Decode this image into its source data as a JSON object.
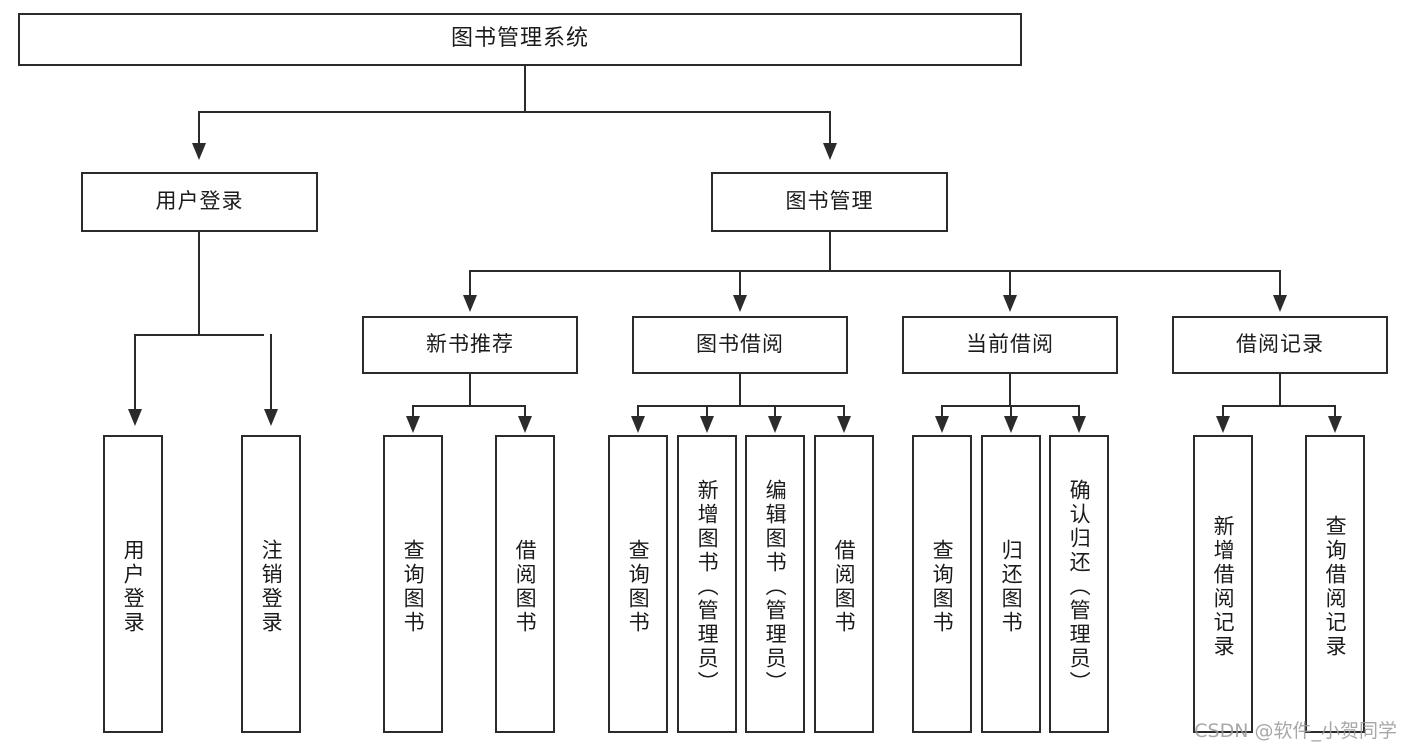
{
  "diagram": {
    "type": "tree",
    "title": "图书管理系统",
    "watermark": "CSDN @软件_小贺同学",
    "colors": {
      "box_border": "#2b2b2b",
      "box_fill": "#ffffff",
      "connector": "#2b2b2b",
      "text": "#1b1b1b",
      "watermark": "#9a9a9a",
      "background": "#ffffff"
    },
    "root": {
      "label": "图书管理系统"
    },
    "level2": [
      {
        "label": "用户登录"
      },
      {
        "label": "图书管理"
      }
    ],
    "level3": [
      {
        "label": "新书推荐"
      },
      {
        "label": "图书借阅"
      },
      {
        "label": "当前借阅"
      },
      {
        "label": "借阅记录"
      }
    ],
    "leaves": {
      "user_login": [
        {
          "label": "用户登录"
        },
        {
          "label": "注销登录"
        }
      ],
      "new_book_recommend": [
        {
          "label": "查询图书"
        },
        {
          "label": "借阅图书"
        }
      ],
      "book_borrow": [
        {
          "label": "查询图书"
        },
        {
          "label": "新增图书（管理员）"
        },
        {
          "label": "编辑图书（管理员）"
        },
        {
          "label": "借阅图书"
        }
      ],
      "current_borrow": [
        {
          "label": "查询图书"
        },
        {
          "label": "归还图书"
        },
        {
          "label": "确认归还（管理员）"
        }
      ],
      "borrow_record": [
        {
          "label": "新增借阅记录"
        },
        {
          "label": "查询借阅记录"
        }
      ]
    }
  }
}
